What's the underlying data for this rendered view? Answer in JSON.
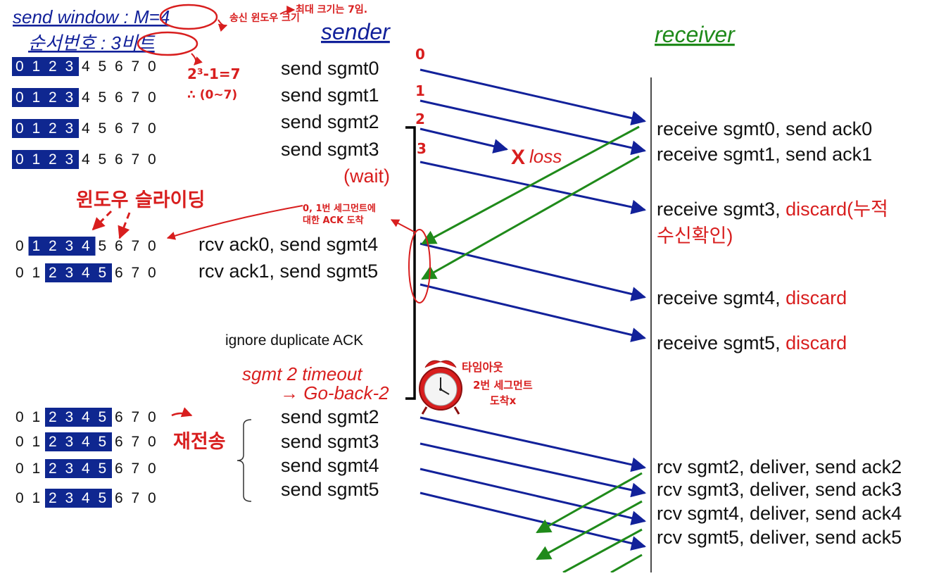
{
  "header": {
    "send_window": "send window : M=4",
    "seq_number": "순서번호 : 3비트",
    "sender": "sender",
    "receiver": "receiver",
    "note_window_size": "송신 윈도우 크기",
    "note_max_size": "최대 크기는 7임.",
    "note_formula": "2³-1=7",
    "note_range": "∴ (0~7)"
  },
  "window_rows": [
    {
      "digits": [
        "0",
        "1",
        "2",
        "3",
        "4",
        "5",
        "6",
        "7",
        "0"
      ],
      "window_start": 0
    },
    {
      "digits": [
        "0",
        "1",
        "2",
        "3",
        "4",
        "5",
        "6",
        "7",
        "0"
      ],
      "window_start": 0
    },
    {
      "digits": [
        "0",
        "1",
        "2",
        "3",
        "4",
        "5",
        "6",
        "7",
        "0"
      ],
      "window_start": 0
    },
    {
      "digits": [
        "0",
        "1",
        "2",
        "3",
        "4",
        "5",
        "6",
        "7",
        "0"
      ],
      "window_start": 0
    },
    {
      "digits": [
        "0",
        "1",
        "2",
        "3",
        "4",
        "5",
        "6",
        "7",
        "0"
      ],
      "window_start": 1
    },
    {
      "digits": [
        "0",
        "1",
        "2",
        "3",
        "4",
        "5",
        "6",
        "7",
        "0"
      ],
      "window_start": 2
    },
    {
      "digits": [
        "0",
        "1",
        "2",
        "3",
        "4",
        "5",
        "6",
        "7",
        "0"
      ],
      "window_start": 2
    },
    {
      "digits": [
        "0",
        "1",
        "2",
        "3",
        "4",
        "5",
        "6",
        "7",
        "0"
      ],
      "window_start": 2
    },
    {
      "digits": [
        "0",
        "1",
        "2",
        "3",
        "4",
        "5",
        "6",
        "7",
        "0"
      ],
      "window_start": 2
    },
    {
      "digits": [
        "0",
        "1",
        "2",
        "3",
        "4",
        "5",
        "6",
        "7",
        "0"
      ],
      "window_start": 2
    }
  ],
  "annotations": {
    "sliding": "윈도우 슬라이딩",
    "ack_arrival": "0, 1번 세그먼트에 대한 ACK 도착",
    "retransmit": "재전송",
    "timeout_note": "타임아웃",
    "segment_missing": "2번 세그먼트 도착x",
    "loss_x": "X",
    "loss": "loss",
    "seq_marks": [
      "0",
      "1",
      "2",
      "3"
    ]
  },
  "sender_events": [
    "send  sgmt0",
    "send  sgmt1",
    "send  sgmt2",
    "send  sgmt3",
    "(wait)",
    "rcv ack0, send sgmt4",
    "rcv ack1, send sgmt5",
    "ignore duplicate ACK",
    "sgmt 2 timeout",
    "→ Go-back-2",
    "send  sgmt2",
    "send  sgmt3",
    "send  sgmt4",
    "send  sgmt5"
  ],
  "receiver_events": [
    {
      "text": "receive sgmt0, send ack0",
      "red": ""
    },
    {
      "text": "receive sgmt1, send ack1",
      "red": ""
    },
    {
      "text": "receive sgmt3, ",
      "red": "discard(누적"
    },
    {
      "text": "",
      "red": "수신확인)"
    },
    {
      "text": "receive sgmt4, ",
      "red": "discard"
    },
    {
      "text": "receive sgmt5, ",
      "red": "discard"
    },
    {
      "text": "rcv sgmt2, deliver, send ack2",
      "red": ""
    },
    {
      "text": "rcv sgmt3, deliver, send ack3",
      "red": ""
    },
    {
      "text": "rcv sgmt4, deliver, send ack4",
      "red": ""
    },
    {
      "text": "rcv sgmt5, deliver, send ack5",
      "red": ""
    }
  ],
  "colors": {
    "window_fill": "#0f2790",
    "data_arrow": "#12219a",
    "ack_arrow": "#1f8a1a",
    "annotation": "#d81e1e",
    "timeline": "#000000"
  },
  "icons": [
    "alarm-clock-icon"
  ]
}
